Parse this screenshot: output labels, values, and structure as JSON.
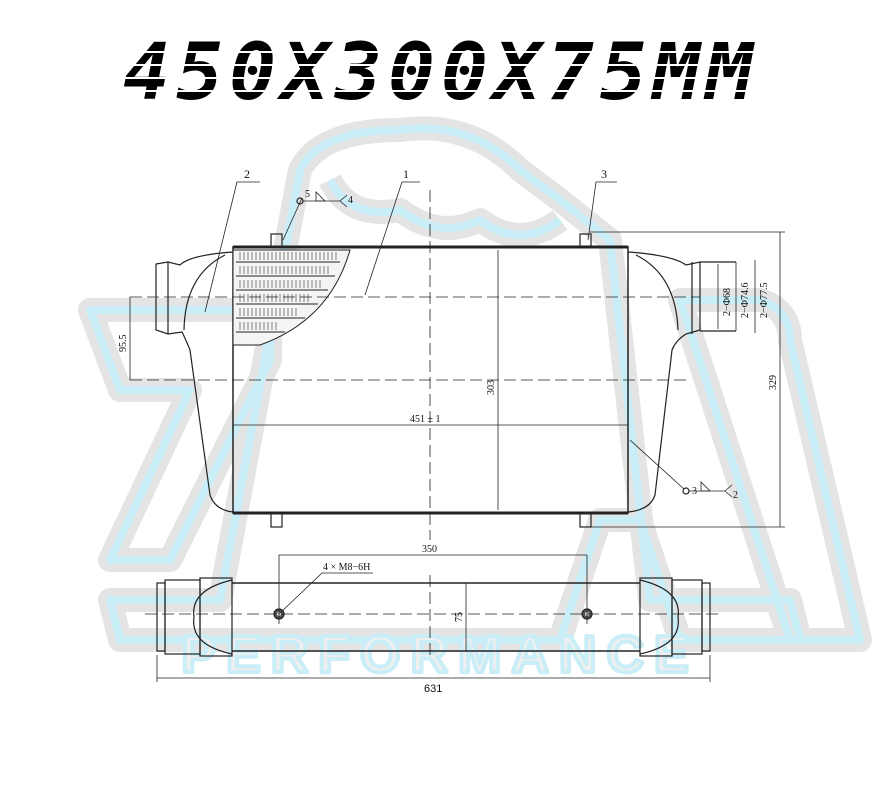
{
  "title": "450X300X75MM",
  "watermark": {
    "logo_text": "PERFORMANCE",
    "colors": {
      "outline_gray": "#d6d6d6",
      "outline_cyan": "#c8f0f8",
      "shadow": "#e6e6e6"
    }
  },
  "drawing": {
    "part_labels": [
      "1",
      "2",
      "3"
    ],
    "weld_callout_top": {
      "circle": "5",
      "leader_end": "4"
    },
    "weld_callout_right": {
      "circle": "3",
      "leader_end": "2"
    },
    "dimensions": {
      "core_height": "303",
      "overall_height": "329",
      "core_width": "451 ± 1",
      "inlet_offset": "95.5",
      "pipe_id": "2−Φ68",
      "pipe_od_1": "2−Φ74.6",
      "pipe_od_2": "2−Φ77.5",
      "mount_spacing": "350",
      "thread_callout": "4 × M8−6H",
      "depth": "75",
      "overall_length": "631"
    }
  }
}
